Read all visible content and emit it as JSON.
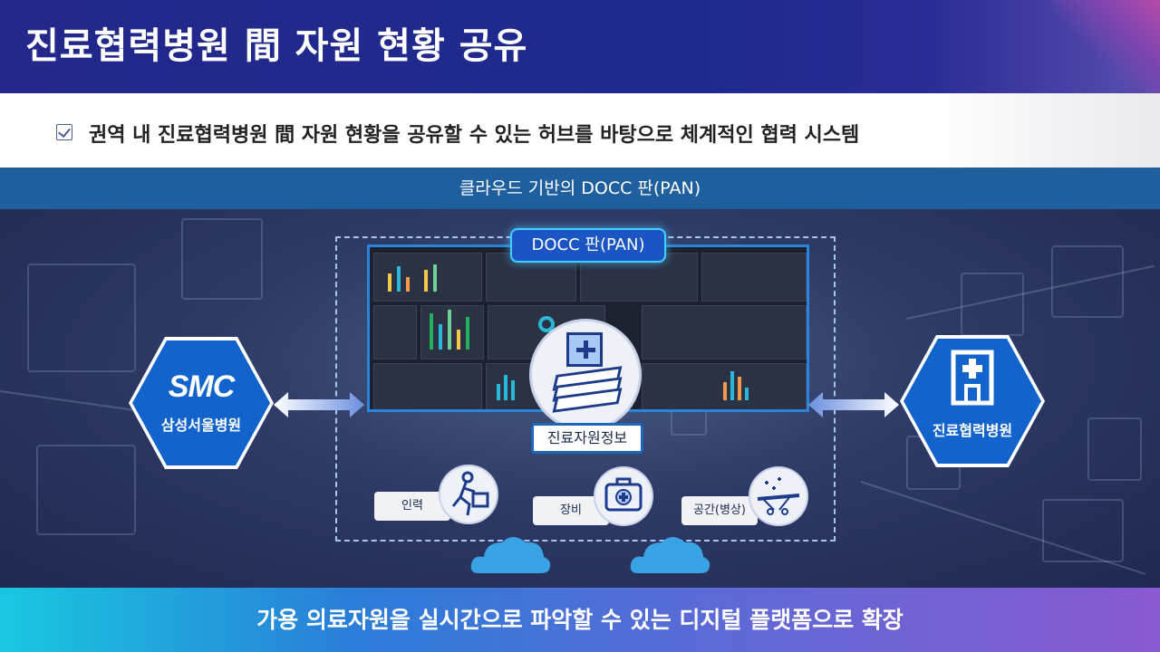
{
  "header": {
    "title": "진료협력병원 間 자원 현황 공유"
  },
  "subtitle": {
    "text": "권역 내 진료협력병원 間 자원 현황을 공유할 수 있는 허브를 바탕으로 체계적인 협력 시스템"
  },
  "section_bar": {
    "text": "클라우드 기반의 DOCC 판(PAN)"
  },
  "dashboard": {
    "label": "DOCC 판(PAN)"
  },
  "hub": {
    "label": "진료자원정보"
  },
  "left_node": {
    "logo": "SMC",
    "label": "삼성서울병원"
  },
  "right_node": {
    "label": "진료협력병원"
  },
  "resources": [
    {
      "label": "인력",
      "icon": "running-person-icon"
    },
    {
      "label": "장비",
      "icon": "medical-kit-icon"
    },
    {
      "label": "공간(병상)",
      "icon": "stretcher-icon"
    }
  ],
  "footer": {
    "text": "가용 의료자원을 실시간으로 파악할 수 있는 디지털 플랫폼으로 확장"
  },
  "colors": {
    "header": "#23288a",
    "section_bar": "#1f5f9e",
    "hex": "#1263cc",
    "accent": "#3fd0ff"
  }
}
